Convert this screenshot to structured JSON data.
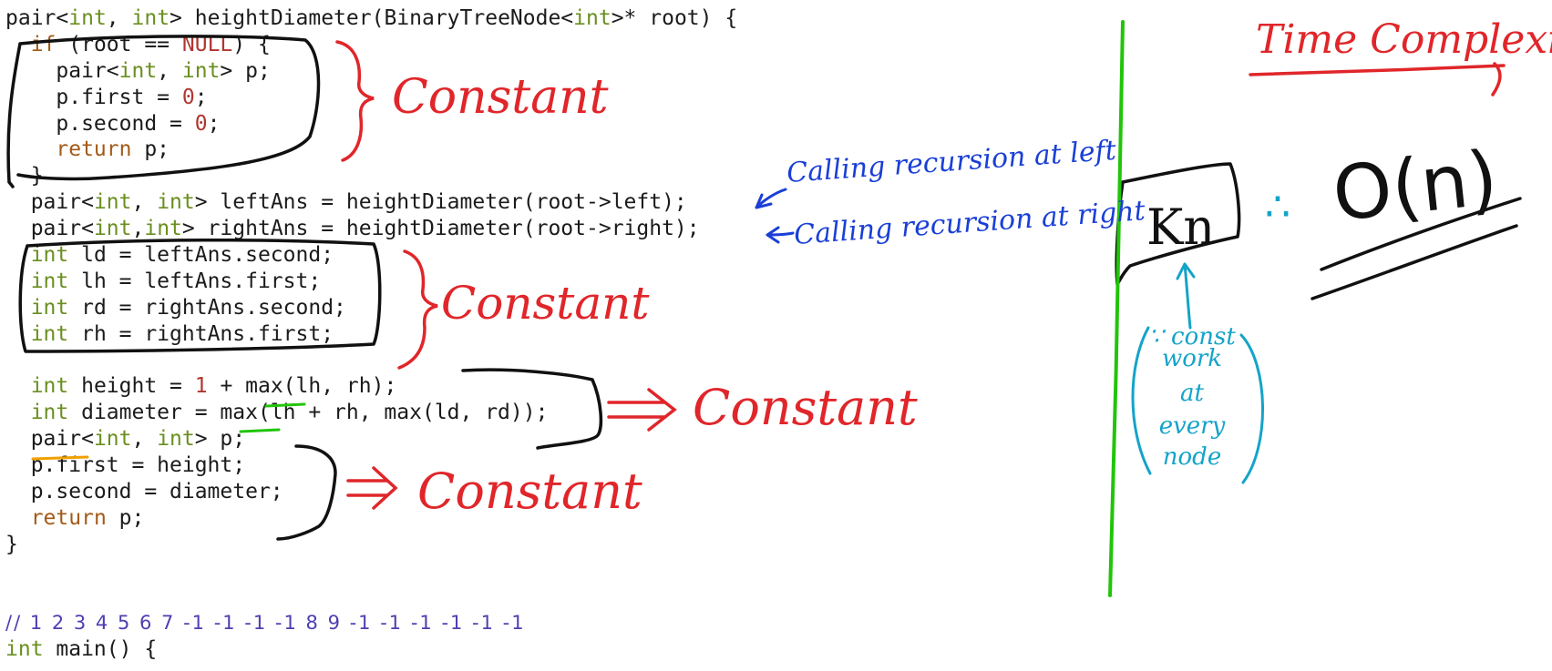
{
  "code": {
    "lines": [
      [
        {
          "t": "pair<",
          "c": ""
        },
        {
          "t": "int",
          "c": "ty"
        },
        {
          "t": ", ",
          "c": ""
        },
        {
          "t": "int",
          "c": "ty"
        },
        {
          "t": "> heightDiameter(BinaryTreeNode<",
          "c": ""
        },
        {
          "t": "int",
          "c": "ty"
        },
        {
          "t": ">* root) {",
          "c": ""
        }
      ],
      [
        {
          "t": "  ",
          "c": ""
        },
        {
          "t": "if",
          "c": "kw"
        },
        {
          "t": " (root == ",
          "c": ""
        },
        {
          "t": "NULL",
          "c": "mac"
        },
        {
          "t": ") {",
          "c": ""
        }
      ],
      [
        {
          "t": "    pair<",
          "c": ""
        },
        {
          "t": "int",
          "c": "ty"
        },
        {
          "t": ", ",
          "c": ""
        },
        {
          "t": "int",
          "c": "ty"
        },
        {
          "t": "> p;",
          "c": ""
        }
      ],
      [
        {
          "t": "    p.first = ",
          "c": ""
        },
        {
          "t": "0",
          "c": "num"
        },
        {
          "t": ";",
          "c": ""
        }
      ],
      [
        {
          "t": "    p.second = ",
          "c": ""
        },
        {
          "t": "0",
          "c": "num"
        },
        {
          "t": ";",
          "c": ""
        }
      ],
      [
        {
          "t": "    ",
          "c": ""
        },
        {
          "t": "return",
          "c": "kw"
        },
        {
          "t": " p;",
          "c": ""
        }
      ],
      [
        {
          "t": "  }",
          "c": ""
        }
      ],
      [
        {
          "t": "  pair<",
          "c": ""
        },
        {
          "t": "int",
          "c": "ty"
        },
        {
          "t": ", ",
          "c": ""
        },
        {
          "t": "int",
          "c": "ty"
        },
        {
          "t": "> leftAns = heightDiameter(root->left);",
          "c": ""
        }
      ],
      [
        {
          "t": "  pair<",
          "c": ""
        },
        {
          "t": "int",
          "c": "ty"
        },
        {
          "t": ",",
          "c": ""
        },
        {
          "t": "int",
          "c": "ty"
        },
        {
          "t": "> rightAns = heightDiameter(root->right);",
          "c": ""
        }
      ],
      [
        {
          "t": "  ",
          "c": ""
        },
        {
          "t": "int",
          "c": "ty"
        },
        {
          "t": " ld = leftAns.second;",
          "c": ""
        }
      ],
      [
        {
          "t": "  ",
          "c": ""
        },
        {
          "t": "int",
          "c": "ty"
        },
        {
          "t": " lh = leftAns.first;",
          "c": ""
        }
      ],
      [
        {
          "t": "  ",
          "c": ""
        },
        {
          "t": "int",
          "c": "ty"
        },
        {
          "t": " rd = rightAns.second;",
          "c": ""
        }
      ],
      [
        {
          "t": "  ",
          "c": ""
        },
        {
          "t": "int",
          "c": "ty"
        },
        {
          "t": " rh = rightAns.first;",
          "c": ""
        }
      ],
      [
        {
          "t": "",
          "c": ""
        }
      ],
      [
        {
          "t": "  ",
          "c": ""
        },
        {
          "t": "int",
          "c": "ty"
        },
        {
          "t": " height = ",
          "c": ""
        },
        {
          "t": "1",
          "c": "num"
        },
        {
          "t": " + max(lh, rh);",
          "c": ""
        }
      ],
      [
        {
          "t": "  ",
          "c": ""
        },
        {
          "t": "int",
          "c": "ty"
        },
        {
          "t": " diameter = max(lh + rh, max(ld, rd));",
          "c": ""
        }
      ],
      [
        {
          "t": "  pair<",
          "c": ""
        },
        {
          "t": "int",
          "c": "ty"
        },
        {
          "t": ", ",
          "c": ""
        },
        {
          "t": "int",
          "c": "ty"
        },
        {
          "t": "> p;",
          "c": ""
        }
      ],
      [
        {
          "t": "  p.first = height;",
          "c": ""
        }
      ],
      [
        {
          "t": "  p.second = diameter;",
          "c": ""
        }
      ],
      [
        {
          "t": "  ",
          "c": ""
        },
        {
          "t": "return",
          "c": "kw"
        },
        {
          "t": " p;",
          "c": ""
        }
      ],
      [
        {
          "t": "}",
          "c": ""
        }
      ],
      [
        {
          "t": "",
          "c": ""
        }
      ],
      [
        {
          "t": "",
          "c": ""
        }
      ],
      [
        {
          "t": "// 1 2 3 4 5 6 7 -1 -1 -1 -1 8 9 -1 -1 -1 -1 -1 -1",
          "c": "cmt"
        }
      ],
      [
        {
          "t": "int",
          "c": "ty"
        },
        {
          "t": " main() {",
          "c": ""
        }
      ]
    ]
  },
  "annotations": {
    "constant": "Constant",
    "calling_left": "Calling recursion at left",
    "calling_right": "Calling recursion at right",
    "title": "Time Complexity:-",
    "kn": "Kn",
    "therefore": "∴",
    "big_o": "O(n)",
    "const_work": [
      "∵ const",
      "work",
      "at",
      "every",
      "node"
    ]
  },
  "colors": {
    "ink_red": "#e0262a",
    "ink_blue": "#1a3fd6",
    "ink_cyan": "#14a3c9",
    "ink_green": "#22c40a",
    "ink_black": "#111111",
    "underline_orange": "#f0a000"
  }
}
